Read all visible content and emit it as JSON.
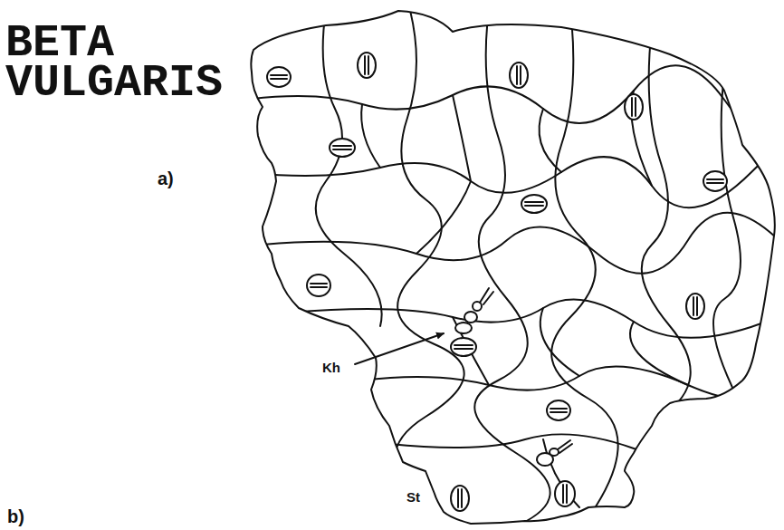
{
  "diagram": {
    "title": "BETA VULGARIS",
    "labels": [
      "a)",
      "Kh",
      "St",
      "b)"
    ]
  }
}
